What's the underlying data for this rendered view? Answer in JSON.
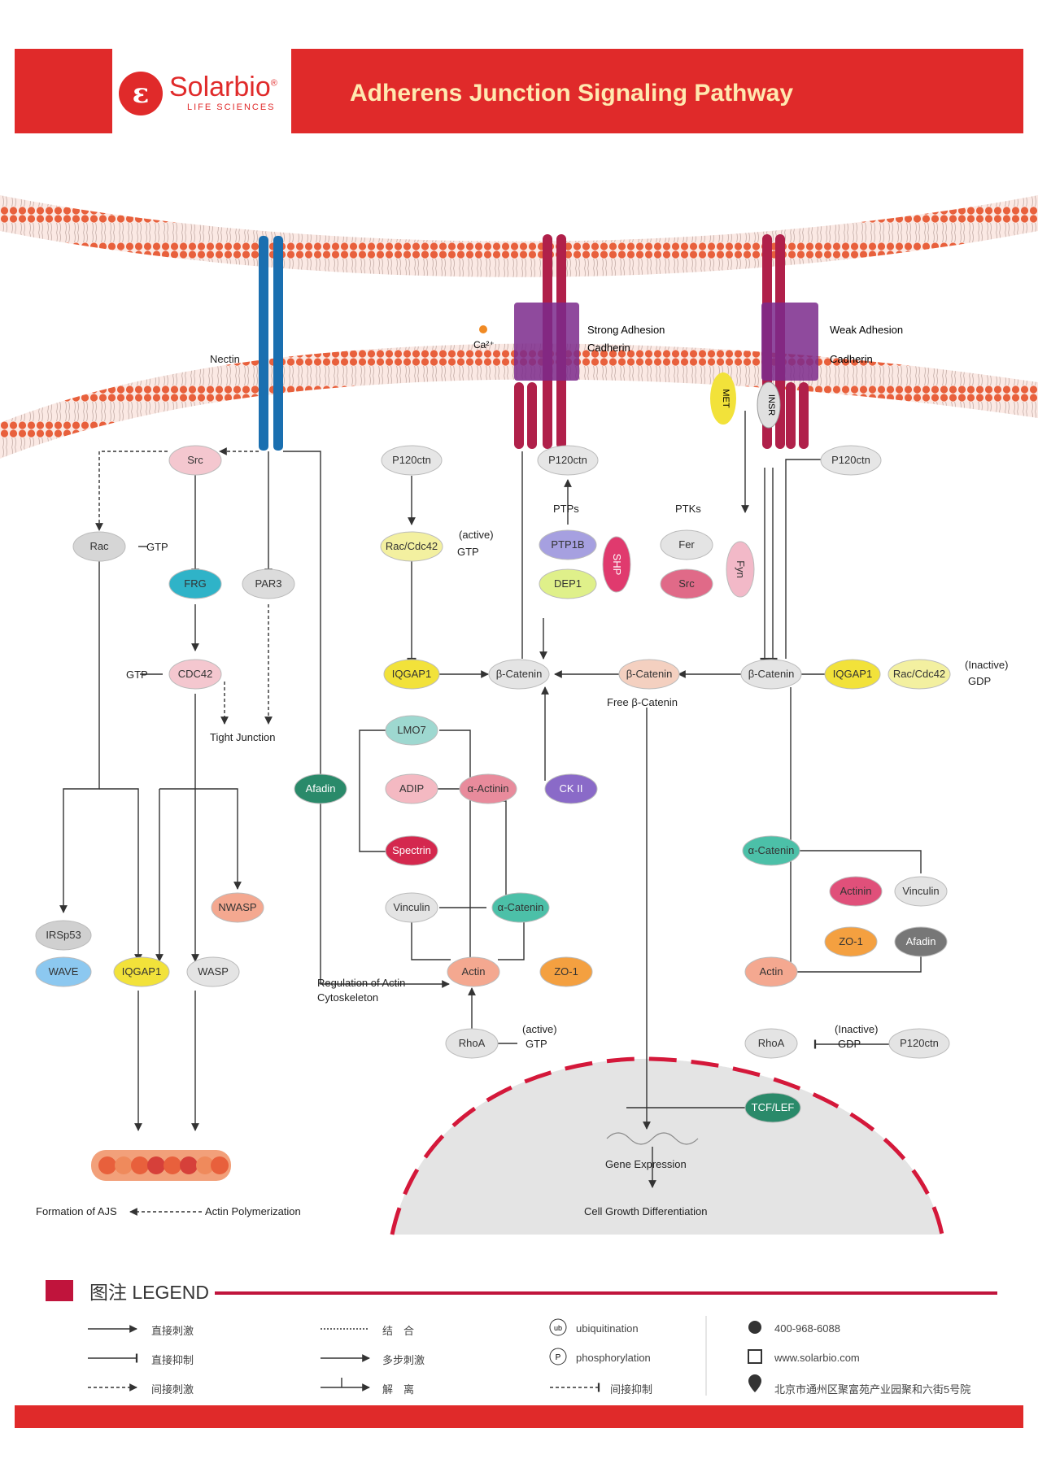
{
  "header": {
    "logo_mark": "ε",
    "brand": "Solarbio",
    "brand_reg": "®",
    "brand_sub": "LIFE SCIENCES",
    "title": "Adherens Junction Signaling Pathway"
  },
  "membrane_labels": {
    "nectin": "Nectin",
    "ca": "Ca²⁺",
    "strong": "Strong Adhesion",
    "strong_cad": "Cadherin",
    "weak": "Weak Adhesion",
    "weak_cad": "Cadherin",
    "met": "MET",
    "insr": "INSR"
  },
  "nodes": {
    "src1": "Src",
    "p120_1": "P120ctn",
    "p120_2": "P120ctn",
    "p120_3": "P120ctn",
    "p120_4": "P120ctn",
    "rac": "Rac",
    "frg": "FRG",
    "par3": "PAR3",
    "cdc42": "CDC42",
    "raccdc42_a": "Rac/Cdc42",
    "raccdc42_b": "Rac/Cdc42",
    "ptp1b": "PTP1B",
    "dep1": "DEP1",
    "shp": "SHP",
    "fer": "Fer",
    "src2": "Src",
    "fyn": "Fyn",
    "iqgap_a": "IQGAP1",
    "iqgap_b": "IQGAP1",
    "iqgap_c": "IQGAP1",
    "bcat1": "β-Catenin",
    "bcat2": "β-Catenin",
    "bcat3": "β-Catenin",
    "lmo7": "LMO7",
    "afadin": "Afadin",
    "adip": "ADIP",
    "aactinin": "α-Actinin",
    "ck2": "CK II",
    "spectrin": "Spectrin",
    "vinculin1": "Vinculin",
    "acat1": "α-Catenin",
    "acat2": "α-Catenin",
    "actin1": "Actin",
    "actin2": "Actin",
    "zo1_a": "ZO-1",
    "zo1_b": "ZO-1",
    "nwasp": "NWASP",
    "irsp53": "IRSp53",
    "wave": "WAVE",
    "wasp": "WASP",
    "rhoa1": "RhoA",
    "rhoa2": "RhoA",
    "actinin2": "Actinin",
    "vinculin2": "Vinculin",
    "afadin2": "Afadin",
    "tcf": "TCF/LEF"
  },
  "text_labels": {
    "gtp1": "GTP",
    "gtp2": "GTP",
    "active1": "(active)",
    "gtp3": "GTP",
    "ptps": "PTPs",
    "ptks": "PTKs",
    "inactive1": "(Inactive)",
    "gdp1": "GDP",
    "free_bcat": "Free β-Catenin",
    "tight": "Tight Junction",
    "reg1": "Regulation of Actin",
    "reg2": "Cytoskeleton",
    "active2": "(active)",
    "gtp4": "GTP",
    "inactive2": "(Inactive)",
    "gdp2": "GDP",
    "gene": "Gene Expression",
    "growth": "Cell Growth Differentiation",
    "formation": "Formation of AJS",
    "polymerization": "Actin Polymerization"
  },
  "legend": {
    "title": "图注 LEGEND",
    "items": [
      "直接刺激",
      "直接抑制",
      "间接刺激",
      "结　合",
      "多步刺激",
      "解　离",
      "ubiquitination",
      "phosphorylation",
      "间接抑制"
    ],
    "phone": "400-968-6088",
    "web": "www.solarbio.com",
    "address": "北京市通州区聚富苑产业园聚和六街5号院"
  },
  "colors": {
    "brand_red": "#e02a2a",
    "membrane_red": "#e8603c",
    "cadherin": "#b0204a",
    "nectin": "#1a6fb0",
    "nucleus": "#e4e4e4",
    "nuclear_envelope": "#d4183a"
  }
}
